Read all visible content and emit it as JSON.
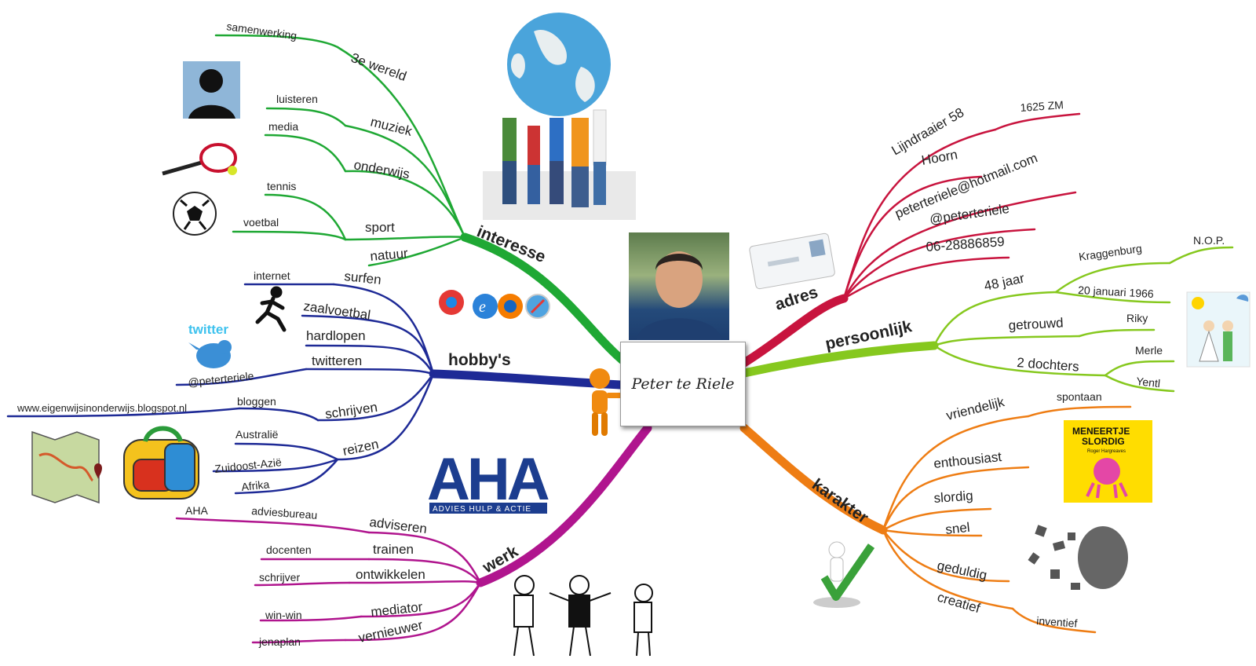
{
  "center": {
    "name": "Peter te Riele"
  },
  "branches": {
    "interesse": {
      "label": "interesse",
      "color": "#1fa834",
      "items": [
        "3e wereld",
        "muziek",
        "onderwijs",
        "sport",
        "natuur"
      ],
      "leaves": [
        "samenwerking",
        "luisteren",
        "media",
        "tennis",
        "voetbal"
      ]
    },
    "hobbys": {
      "label": "hobby's",
      "color": "#1e2a96",
      "items": [
        "surfen",
        "zaalvoetbal",
        "hardlopen",
        "twitteren",
        "schrijven",
        "reizen"
      ],
      "leaves": [
        "internet",
        "@peterteriele",
        "bloggen",
        "www.eigenwijsinonderwijs.blogspot.nl",
        "Australië",
        "Zuidoost-Azië",
        "Afrika"
      ]
    },
    "werk": {
      "label": "werk",
      "color": "#b0158e",
      "items": [
        "adviseren",
        "trainen",
        "ontwikkelen",
        "mediator",
        "vernieuwer"
      ],
      "leaves": [
        "adviesbureau",
        "AHA",
        "docenten",
        "schrijver",
        "win-win",
        "jenaplan"
      ]
    },
    "adres": {
      "label": "adres",
      "color": "#c8143e",
      "items": [
        "Lijndraaier 58",
        "Hoorn",
        "peterteriele@hotmail.com",
        "@peterteriele",
        "06-28886859"
      ],
      "leaves": [
        "1625 ZM"
      ]
    },
    "persoonlijk": {
      "label": "persoonlijk",
      "color": "#86c81e",
      "items": [
        "48 jaar",
        "getrouwd",
        "2 dochters"
      ],
      "leaves": [
        "Kraggenburg",
        "N.O.P.",
        "20 januari 1966",
        "Riky",
        "Merle",
        "Yentl"
      ]
    },
    "karakter": {
      "label": "karakter",
      "color": "#ee7d14",
      "items": [
        "vriendelijk",
        "enthousiast",
        "slordig",
        "snel",
        "geduldig",
        "creatief"
      ],
      "leaves": [
        "spontaan",
        "inventief"
      ]
    }
  },
  "images": {
    "twitter_logo": "twitter",
    "aha_logo": "AHA",
    "aha_sub": "ADVIES HULP & ACTIE",
    "book_title_1": "MENEERTJE",
    "book_title_2": "SLORDIG",
    "book_author": "Roger Hargreaves"
  },
  "icons": [
    "globe-children-icon",
    "headphones-silhouette-icon",
    "tennis-racket-icon",
    "soccer-ball-icon",
    "browsers-icon",
    "runner-icon",
    "twitter-bird-icon",
    "map-icon",
    "backpack-icon",
    "envelope-icon",
    "wedding-drawing-icon",
    "checkmark-figure-icon",
    "dissolving-head-icon",
    "cartoon-figures-icon",
    "person-figure-icon"
  ]
}
